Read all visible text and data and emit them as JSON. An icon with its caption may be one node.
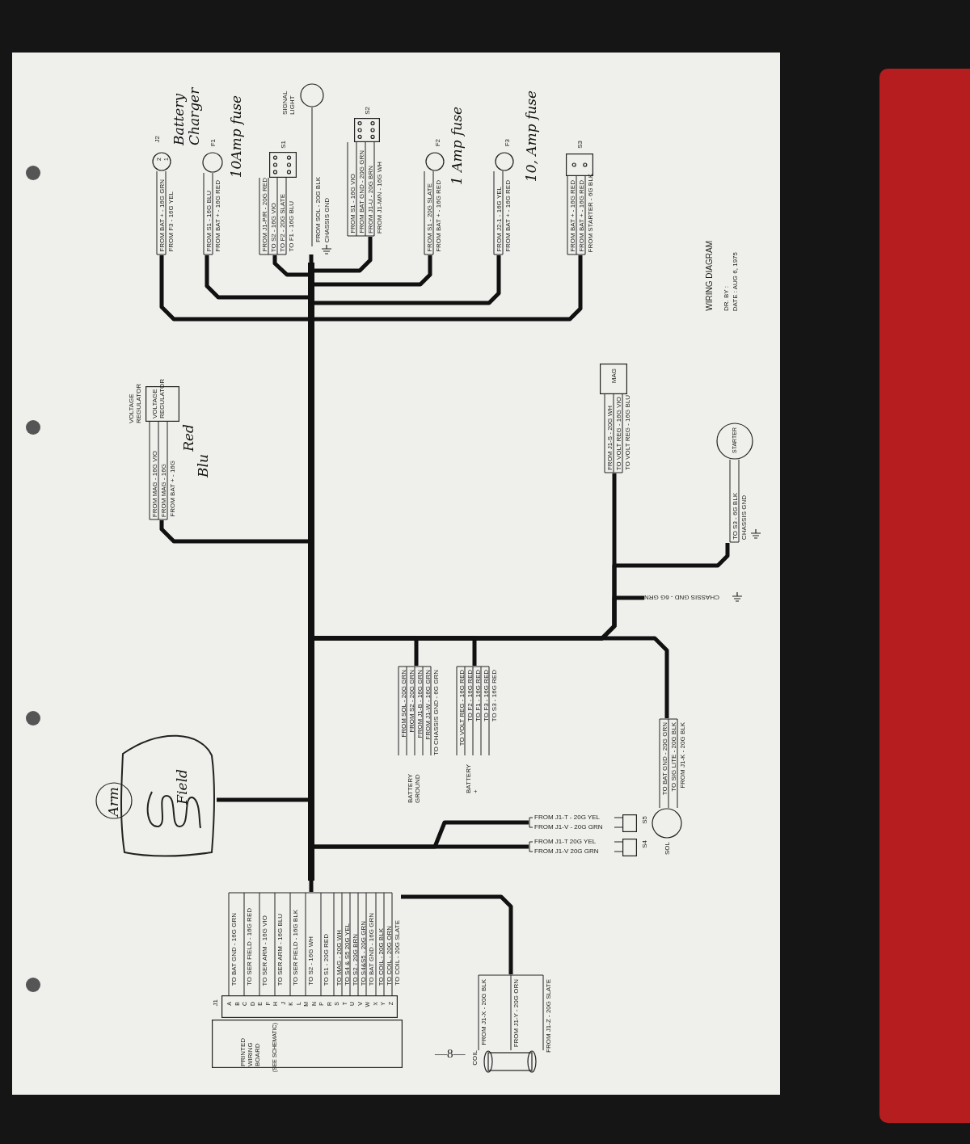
{
  "diagram": {
    "title": "WIRING DIAGRAM",
    "nodes": [
      {
        "text": [],
        "shape": "bar"
      },
      {
        "text": [
          "J2",
          "2",
          "1",
          "FROM BAT + - 16G GRN",
          "FROM F3 - 16G YEL",
          "Battery Charger"
        ]
      },
      {
        "text": [
          "F1",
          "FROM S1 - 16G BLU",
          "FROM BAT + - 16G RED",
          "10Amp fuse"
        ]
      },
      {
        "text": [
          "S1",
          "FROM J1-P/R - 20G RED",
          "TO S2 - 16G VIO",
          "TO F2 - 20G SLATE",
          "TO F1 - 16G BLU"
        ]
      },
      {
        "text": [
          "SIGNAL LIGHT",
          "FROM SOL - 20G BLK",
          "CHASSIS GND"
        ]
      },
      {
        "text": [
          "S2",
          "FROM S1 - 16G VIO",
          "FROM BAT GND - 20G GRN",
          "FROM J1-U - 20G BRN",
          "FROM J1-M/N - 16G WH"
        ]
      },
      {
        "text": [
          "F2",
          "FROM S1 - 20G SLATE",
          "FROM BAT + - 16G RED",
          "1 Amp fuse"
        ]
      },
      {
        "text": [
          "F3",
          "FROM J2-1 - 16G YEL",
          "FROM BAT + - 16G RED",
          "10, Amp fuse"
        ]
      },
      {
        "text": [
          "S3",
          "FROM BAT + - 16G RED",
          "FROM BAT + - 16G RED",
          "FROM STARTER - 6G BLK"
        ]
      },
      {
        "text": [
          "VOLTAGE REGULATOR",
          "VOLTAGE REGULATOR",
          "FROM MAG - 16G VIO",
          "FROM MAG - 16G",
          "FROM BAT + - 16G",
          "Red",
          "Blu"
        ]
      },
      {
        "text": [
          "MAG",
          "FROM J1-S - 20G WH",
          "TO VOLT REG - 16G VIO",
          "TO VOLT REG - 16G BLU"
        ]
      },
      {
        "text": [
          "STARTER",
          "TO S3 - 6G BLK",
          "CHASSIS GND"
        ]
      },
      {
        "text": [
          "CHASSIS GND - 6G GRN"
        ]
      },
      {
        "text": [
          "BATTERY GROUND",
          "FROM SOL - 20G GRN",
          "FROM S2 - 20G GRN",
          "FROM J1-B - 16G GRN",
          "FROM J1-W - 16G GRN",
          "TO CHASSIS GND - 6G GRN"
        ]
      },
      {
        "text": [
          "BATTERY +",
          "TO VOLT REG - 16G RED",
          "TO F2 - 16G RED",
          "TO F1 - 16G RED",
          "TO F3 - 16G RED",
          "TO S3 - 16G RED"
        ]
      },
      {
        "text": [
          "SOL",
          "TO BAT GND - 20G GRN",
          "TO SIG LITE - 20G BLK",
          "FROM J1-K - 20G BLK"
        ]
      },
      {
        "text": [
          "S5",
          "FROM J1-T - 20G YEL",
          "FROM J1-V - 20G GRN"
        ]
      },
      {
        "text": [
          "S4",
          "FROM J1-T 20G YEL",
          "FROM J1-V 20G GRN"
        ]
      },
      {
        "text": [
          "PRINTED WIRING BOARD",
          "(SEE SCHEMATIC)"
        ]
      },
      {
        "text": [
          "J1",
          "A",
          "B",
          "C",
          "D",
          "E",
          "F",
          "H",
          "J",
          "K",
          "L",
          "M",
          "N",
          "P",
          "R",
          "S",
          "T",
          "U",
          "V",
          "W",
          "X",
          "Y",
          "Z",
          "TO BAT GND - 16G GRN",
          "TO SER FIELD - 16G RED",
          "TO SER ARM - 16G VIO",
          "TO SER ARM - 16G BLU",
          "TO SER FIELD - 16G BLK",
          "TO S2 - 16G WH",
          "TO S1 - 20G RED",
          "TO MAG - 20G WH",
          "TO S4 & S5 20G YEL",
          "TO S2 - 20G BRN",
          "TO S4&S5 - 20G GRN",
          "TO BAT GND - 16G GRN",
          "TO COIL - 20G BLK",
          "TO COIL - 20G ORN",
          "TO COIL - 20G SLATE"
        ]
      },
      {
        "text": [
          "COIL",
          "FROM J1-X - 20G BLK",
          "FROM J1-Y - 20G ORN",
          "FROM J1-Z - 20G SLATE"
        ]
      },
      {
        "text": [
          "Field"
        ]
      },
      {
        "text": [
          "Arm"
        ]
      }
    ],
    "edges": [
      {
        "from": 0,
        "to": 1,
        "arrow": "none"
      },
      {
        "from": 0,
        "to": 2,
        "arrow": "none"
      },
      {
        "from": 0,
        "to": 3,
        "arrow": "none"
      },
      {
        "from": 0,
        "to": 4,
        "arrow": "none"
      },
      {
        "from": 0,
        "to": 5,
        "arrow": "none"
      },
      {
        "from": 0,
        "to": 6,
        "arrow": "none"
      },
      {
        "from": 0,
        "to": 7,
        "arrow": "none"
      },
      {
        "from": 0,
        "to": 8,
        "arrow": "none"
      },
      {
        "from": 0,
        "to": 9,
        "arrow": "none"
      },
      {
        "from": 0,
        "to": 10,
        "arrow": "none"
      },
      {
        "from": 0,
        "to": 11,
        "arrow": "none"
      },
      {
        "from": 0,
        "to": 12,
        "arrow": "none"
      },
      {
        "from": 0,
        "to": 13,
        "arrow": "none"
      },
      {
        "from": 0,
        "to": 14,
        "arrow": "none"
      },
      {
        "from": 0,
        "to": 15,
        "arrow": "none"
      },
      {
        "from": 0,
        "to": 21,
        "arrow": "none"
      },
      {
        "from": 0,
        "to": 16,
        "arrow": "none"
      },
      {
        "from": 0,
        "to": 17,
        "arrow": "none"
      },
      {
        "from": 0,
        "to": 19,
        "arrow": "none"
      },
      {
        "from": 19,
        "to": 20,
        "arrow": "none"
      }
    ],
    "labels": [
      "DR. BY :",
      "DATE : AUG 6, 1975",
      "—8—"
    ]
  }
}
